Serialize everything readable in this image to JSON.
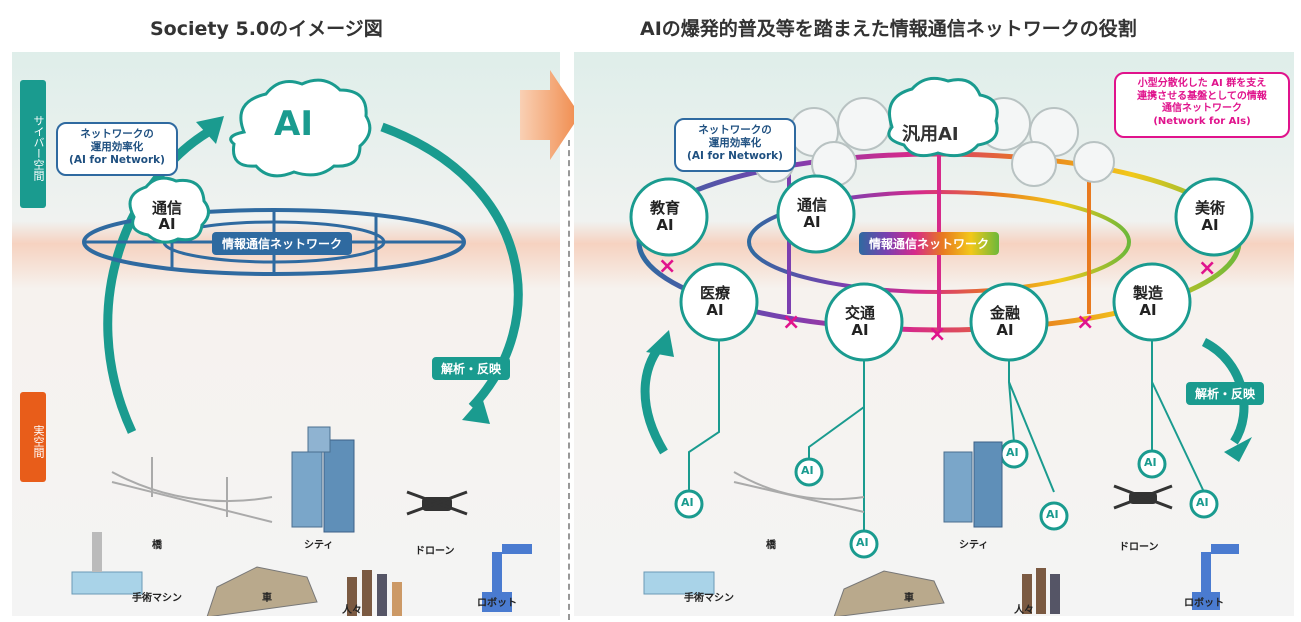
{
  "left": {
    "title": "Society 5.0のイメージ図",
    "side_cyber": "サイバー空間",
    "side_real": "実空間",
    "ai_big": "AI",
    "comm_ai": "通信\nAI",
    "network_label": "情報通信ネットワーク",
    "callout": "ネットワークの\n運用効率化\n(AI for Network)",
    "analyze": "解析・反映",
    "objects": {
      "bridge": "橋",
      "city": "シティ",
      "drone": "ドローン",
      "surgery": "手術マシン",
      "car": "車",
      "people": "人々",
      "robot": "ロボット"
    }
  },
  "right": {
    "title": "AIの爆発的普及等を踏まえた情報通信ネットワークの役割",
    "general_ai": "汎用AI",
    "network_label": "情報通信ネットワーク",
    "callout_blue": "ネットワークの\n運用効率化\n(AI for Network)",
    "callout_pink": "小型分散化した AI 群を支え\n連携させる基盤としての情報\n通信ネットワーク\n(Network for AIs)",
    "analyze": "解析・反映",
    "ai_nodes": {
      "education": "教育\nAI",
      "comm": "通信\nAI",
      "art": "美術\nAI",
      "medical": "医療\nAI",
      "traffic": "交通\nAI",
      "finance": "金融\nAI",
      "manufacturing": "製造\nAI"
    },
    "small_ai": "AI",
    "cross": "×",
    "objects": {
      "bridge": "橋",
      "city": "シティ",
      "drone": "ドローン",
      "surgery": "手術マシン",
      "car": "車",
      "people": "人々",
      "robot": "ロボット"
    }
  },
  "colors": {
    "teal": "#1a9b8f",
    "navy": "#2f6aa0",
    "magenta": "#e0138c",
    "orange": "#e85d1a",
    "brainfill": "#ffffff",
    "brainline": "#1a9b8f"
  }
}
